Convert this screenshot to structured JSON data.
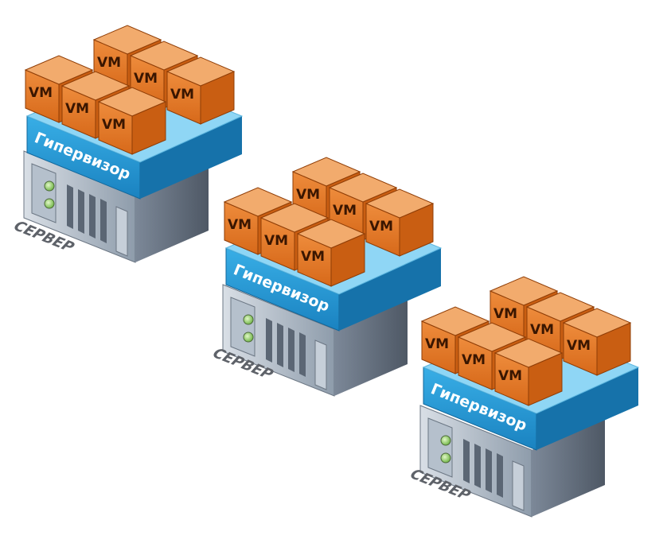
{
  "stacks": [
    {
      "vm_labels": [
        "VM",
        "VM",
        "VM",
        "VM",
        "VM",
        "VM"
      ],
      "hypervisor_label": "Гипервизор",
      "server_label": "СЕРВЕР"
    },
    {
      "vm_labels": [
        "VM",
        "VM",
        "VM",
        "VM",
        "VM",
        "VM"
      ],
      "hypervisor_label": "Гипервизор",
      "server_label": "СЕРВЕР"
    },
    {
      "vm_labels": [
        "VM",
        "VM",
        "VM",
        "VM",
        "VM",
        "VM"
      ],
      "hypervisor_label": "Гипервизор",
      "server_label": "СЕРВЕР"
    }
  ],
  "colors": {
    "vm_front": "#e27a28",
    "vm_side": "#c95e12",
    "vm_top": "#f2ab6d",
    "hypervisor_front": "#1f8fcd",
    "hypervisor_side": "#1672aa",
    "hypervisor_top": "#8fd6f5",
    "server_body": "#8a9aab",
    "server_dark": "#5b6674",
    "led": "#8ed36b"
  }
}
